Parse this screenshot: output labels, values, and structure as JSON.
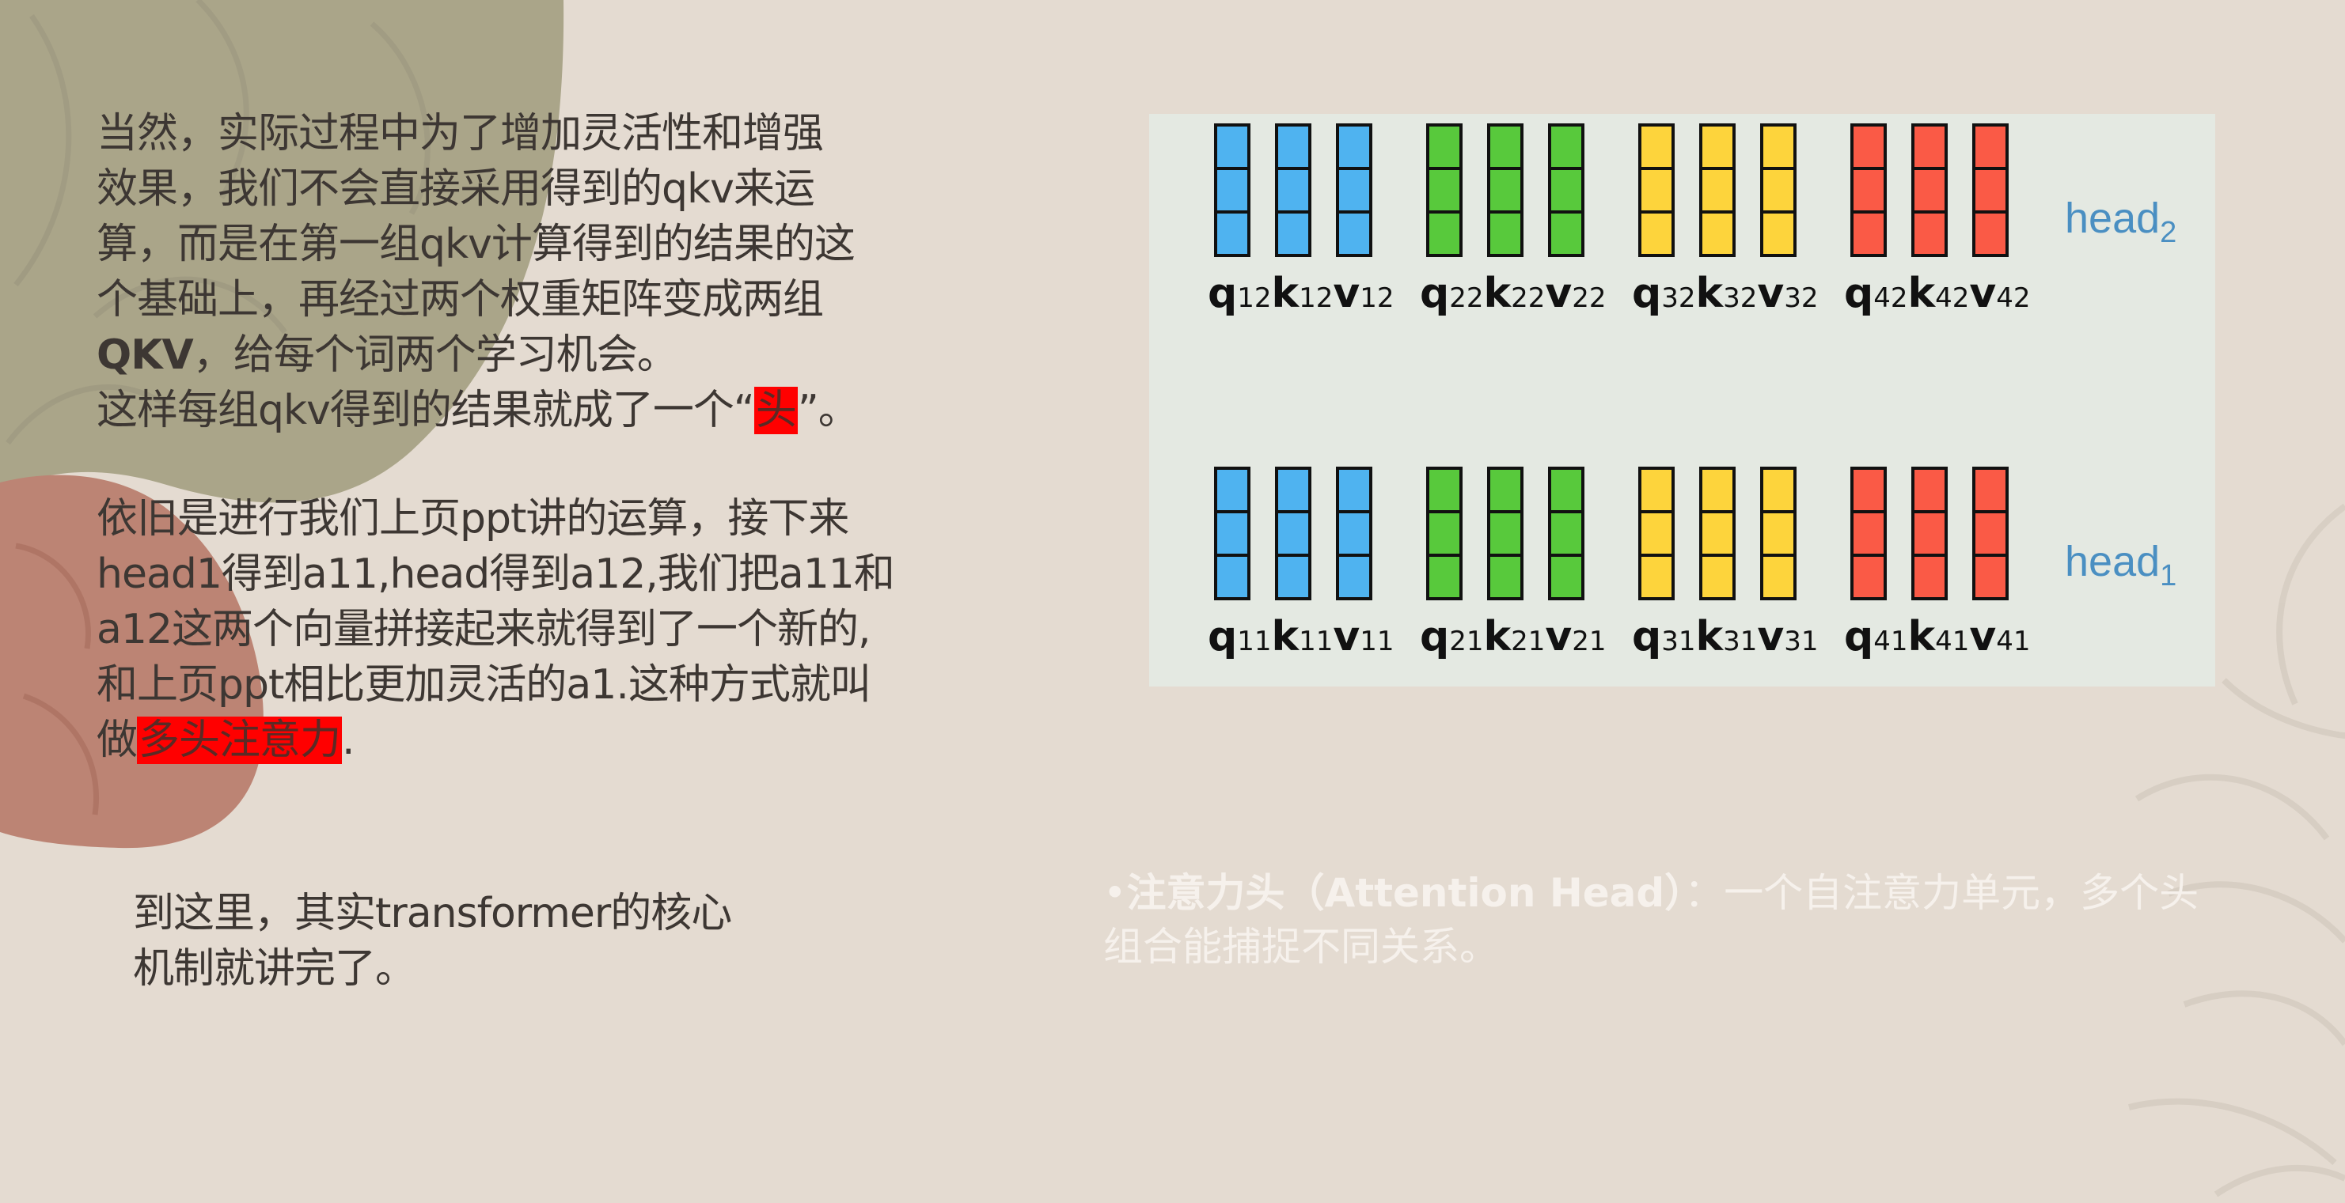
{
  "colors": {
    "background": "#e4dbd1",
    "olive_blob": "#aaa589",
    "rose_blob": "#bc8474",
    "highlight": "#ff0000",
    "body_text": "#3d3733",
    "panel_bg": "#e4e9e2",
    "head_label": "#4a8fc2",
    "bullet_text": "#f6f1ec",
    "blue": "#4fb3f0",
    "green": "#58c93c",
    "yellow": "#fdd43c",
    "red": "#fa5a46"
  },
  "para1": {
    "line1": "当然，实际过程中为了增加灵活性和增强",
    "line2": "效果，我们不会直接采用得到的qkv来运",
    "line3": "算，而是在第一组qkv计算得到的结果的这",
    "line4": "个基础上，再经过两个权重矩阵变成两组",
    "line5_bold": "QKV",
    "line5_rest": "，给每个词两个学习机会。",
    "line6_pre": "这样每组qkv得到的结果就成了一个“",
    "line6_hl": "头",
    "line6_post": "”。"
  },
  "para2": {
    "line1": "依旧是进行我们上页ppt讲的运算，接下来",
    "line2": "head1得到a11,head得到a12,我们把a11和",
    "line3": "a12这两个向量拼接起来就得到了一个新的,",
    "line4": "和上页ppt相比更加灵活的a1.这种方式就叫",
    "line5_pre": "做",
    "line5_hl": "多头注意力",
    "line5_post": "."
  },
  "para3": {
    "line1": "到这里，其实transformer的核心",
    "line2": "机制就讲完了。"
  },
  "diagram": {
    "heads": [
      {
        "label_base": "head",
        "label_sub": "2",
        "groups": [
          {
            "color": "blue",
            "q": "q",
            "q_sub": "12",
            "k": "k",
            "k_sub": "12",
            "v": "v",
            "v_sub": "12"
          },
          {
            "color": "green",
            "q": "q",
            "q_sub": "22",
            "k": "k",
            "k_sub": "22",
            "v": "v",
            "v_sub": "22"
          },
          {
            "color": "yellow",
            "q": "q",
            "q_sub": "32",
            "k": "k",
            "k_sub": "32",
            "v": "v",
            "v_sub": "32"
          },
          {
            "color": "red",
            "q": "q",
            "q_sub": "42",
            "k": "k",
            "k_sub": "42",
            "v": "v",
            "v_sub": "42"
          }
        ]
      },
      {
        "label_base": "head",
        "label_sub": "1",
        "groups": [
          {
            "color": "blue",
            "q": "q",
            "q_sub": "11",
            "k": "k",
            "k_sub": "11",
            "v": "v",
            "v_sub": "11"
          },
          {
            "color": "green",
            "q": "q",
            "q_sub": "21",
            "k": "k",
            "k_sub": "21",
            "v": "v",
            "v_sub": "21"
          },
          {
            "color": "yellow",
            "q": "q",
            "q_sub": "31",
            "k": "k",
            "k_sub": "31",
            "v": "v",
            "v_sub": "31"
          },
          {
            "color": "red",
            "q": "q",
            "q_sub": "41",
            "k": "k",
            "k_sub": "41",
            "v": "v",
            "v_sub": "41"
          }
        ]
      }
    ]
  },
  "bullet": {
    "marker": "•",
    "term": "注意力头（Attention Head）",
    "colon": "：",
    "line1_rest": "一个自注意力单元，多个头",
    "line2": "组合能捕捉不同关系。"
  }
}
